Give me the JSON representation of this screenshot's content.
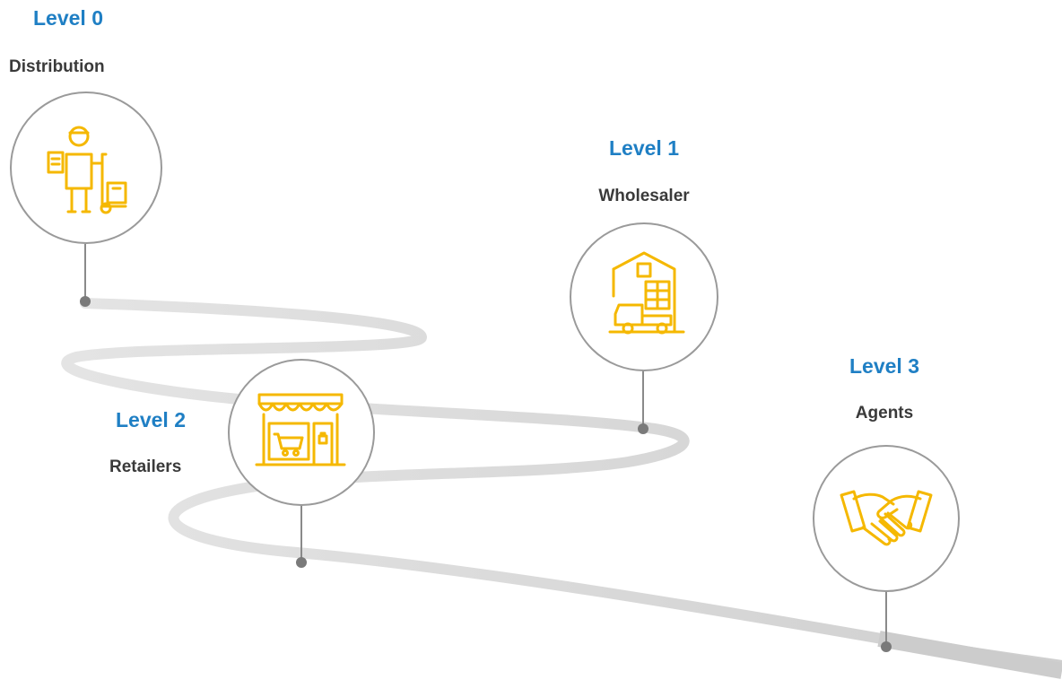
{
  "stages": [
    {
      "level": "Level 0",
      "name": "Distribution",
      "icon": "delivery-person-icon"
    },
    {
      "level": "Level 1",
      "name": "Wholesaler",
      "icon": "warehouse-truck-icon"
    },
    {
      "level": "Level 2",
      "name": "Retailers",
      "icon": "storefront-cart-icon"
    },
    {
      "level": "Level 3",
      "name": "Agents",
      "icon": "handshake-icon"
    }
  ],
  "colors": {
    "level_text": "#1f7fc4",
    "name_text": "#3a3a3a",
    "icon": "#f5b800",
    "road": "#d9d9d9",
    "connector": "#8a8a8a"
  }
}
